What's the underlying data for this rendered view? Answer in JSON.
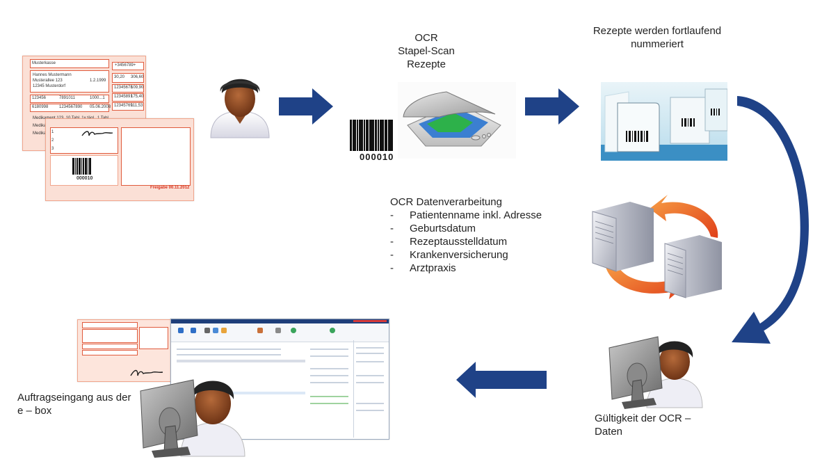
{
  "steps": {
    "scan": {
      "title_lines": [
        "OCR",
        "Stapel-Scan",
        "Rezepte"
      ],
      "barcode_number": "000010"
    },
    "numbering": {
      "title_lines": [
        "Rezepte werden fortlaufend",
        "nummeriert"
      ]
    },
    "processing": {
      "title": "OCR Datenverarbeitung",
      "bullet": "-",
      "items": [
        "Patientenname inkl. Adresse",
        "Geburtsdatum",
        "Rezeptausstelldatum",
        "Krankenversicherung",
        "Arztpraxis"
      ]
    },
    "validation": {
      "title_lines": [
        "Gültigkeit der OCR –",
        "Daten"
      ]
    },
    "order_entry": {
      "title_lines": [
        "Auftragseingang aus der",
        "e – box"
      ]
    }
  },
  "prescription_form": {
    "insurer": "Musterkasse",
    "patient_name": "Hannes Mustermann",
    "street": "Musterallee 123",
    "city": "12345 Musterdorf",
    "birth_date": "1.2.1999",
    "insurance_no": "123456",
    "field_2": "7891011",
    "status": "1000...1",
    "practice_no": "6180998",
    "doctor_no": "1234567890",
    "date": "05.06.2008",
    "price_1": "30,20",
    "price_total": "306,60",
    "code": "+3456789+",
    "pzn_1": "12345678",
    "pzn_2": "12345891",
    "pzn_3": "12345769",
    "amount_1": "109,90",
    "amount_2": "175,40",
    "amount_3": "111,53",
    "med_1": "Medikament 123, 10 Tabl. 1x tägl., 1 Tabl",
    "med_2": "Medika",
    "med_3": "Medika",
    "release": "Freigabe 00.11.2012",
    "barcode_number": "000010",
    "rows": [
      "1",
      "2",
      "3"
    ]
  },
  "colors": {
    "arrow_blue": "#1f4287",
    "sync_orange": "#e84e1b",
    "form_pink": "#fbe0d6",
    "form_red": "#e05a3c"
  }
}
